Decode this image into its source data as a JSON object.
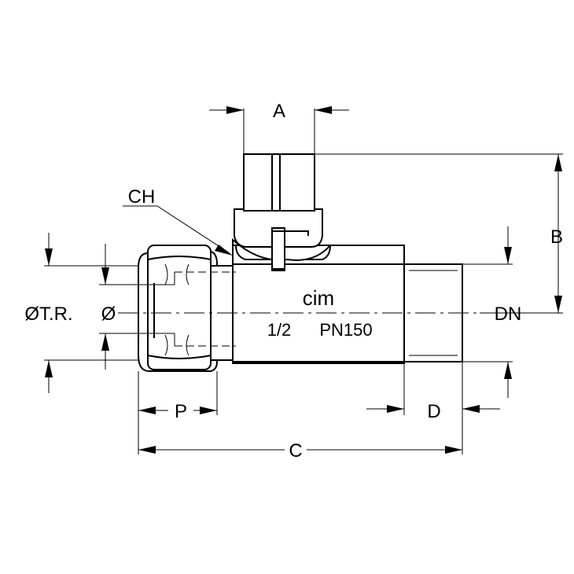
{
  "labels": {
    "A": "A",
    "B": "B",
    "C": "C",
    "D": "D",
    "P": "P",
    "CH": "CH",
    "DN": "DN",
    "otr": "ØT.R.",
    "o": "Ø"
  },
  "markings": {
    "brand": "cim",
    "size": "1/2",
    "pressure": "PN150"
  }
}
